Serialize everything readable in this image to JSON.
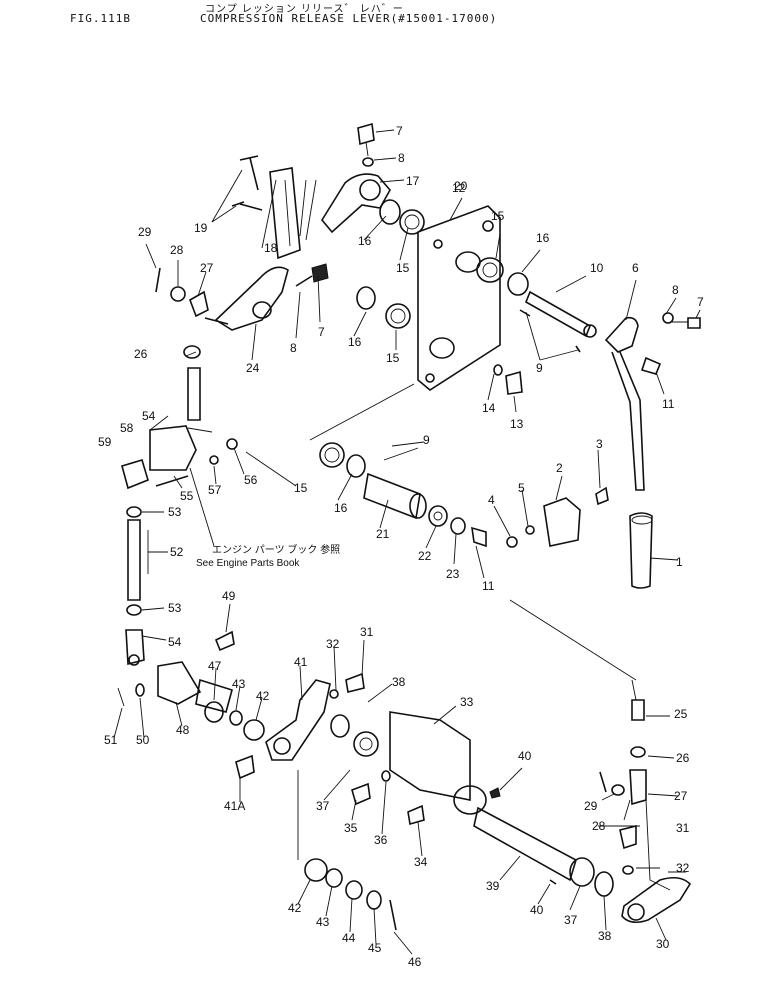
{
  "header": {
    "fig_label": "FIG.111B",
    "title_jp": "コンプ レッション リリース゛ レハ゛ー",
    "title_en": "COMPRESSION RELEASE LEVER(#15001-17000)"
  },
  "note": {
    "jp": "エンジン パーツ ブック 参照",
    "en": "See Engine Parts Book"
  },
  "callouts": [
    "7",
    "8",
    "17",
    "20",
    "12",
    "19",
    "18",
    "16",
    "15",
    "15",
    "16",
    "10",
    "6",
    "8",
    "7",
    "29",
    "28",
    "27",
    "24",
    "8",
    "7",
    "16",
    "15",
    "9",
    "11",
    "26",
    "14",
    "13",
    "9",
    "54",
    "58",
    "59",
    "56",
    "57",
    "55",
    "15",
    "16",
    "21",
    "22",
    "23",
    "11",
    "4",
    "5",
    "2",
    "3",
    "1",
    "53",
    "52",
    "53",
    "54",
    "49",
    "31",
    "32",
    "41",
    "38",
    "33",
    "47",
    "43",
    "42",
    "48",
    "51",
    "50",
    "41A",
    "37",
    "35",
    "36",
    "34",
    "40",
    "29",
    "28",
    "27",
    "25",
    "26",
    "31",
    "32",
    "39",
    "40",
    "37",
    "38",
    "30",
    "42",
    "43",
    "44",
    "45",
    "46"
  ]
}
